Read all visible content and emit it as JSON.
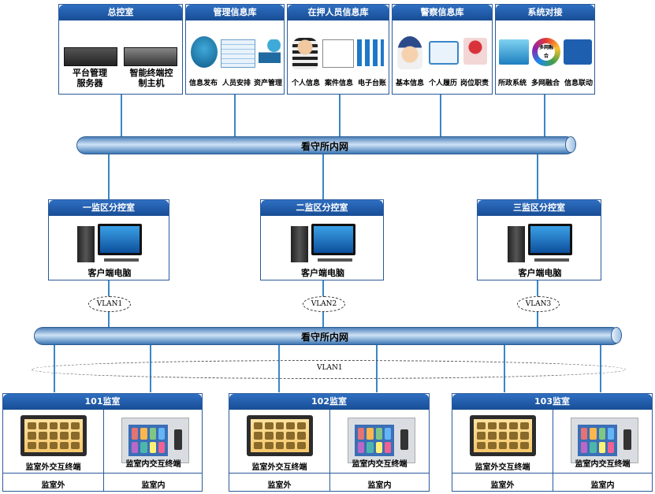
{
  "top_panels": [
    {
      "title": "总控室",
      "items": [
        "平台管理服务器",
        "智能终端控制主机"
      ],
      "item_lines": [
        [
          "平台管理",
          "服务器"
        ],
        [
          "智能终端控",
          "制主机"
        ]
      ]
    },
    {
      "title": "管理信息库",
      "items": [
        "信息发布",
        "人员安排",
        "资产管理"
      ]
    },
    {
      "title": "在押人员信息库",
      "items": [
        "个人信息",
        "案件信息",
        "电子台账"
      ]
    },
    {
      "title": "警察信息库",
      "items": [
        "基本信息",
        "个人履历",
        "岗位职责"
      ]
    },
    {
      "title": "系统对接",
      "items": [
        "所政系统",
        "多网融合",
        "信息联动"
      ],
      "logo_text": "多网融合"
    }
  ],
  "network_top": "看守所内网",
  "network_mid": "看守所内网",
  "zones": [
    {
      "title": "一监区分控室",
      "device": "客户端电脑",
      "vlan": "VLAN1"
    },
    {
      "title": "二监区分控室",
      "device": "客户端电脑",
      "vlan": "VLAN2"
    },
    {
      "title": "三监区分控室",
      "device": "客户端电脑",
      "vlan": "VLAN3"
    }
  ],
  "vlan_bottom": "VLAN1",
  "cells": [
    {
      "title": "101监室",
      "outer_device": "监室外交互终端",
      "inner_device": "监室内交互终端",
      "outer_label": "监室外",
      "inner_label": "监室内"
    },
    {
      "title": "102监室",
      "outer_device": "监室外交互终端",
      "inner_device": "监室内交互终端",
      "outer_label": "监室外",
      "inner_label": "监室内"
    },
    {
      "title": "103监室",
      "outer_device": "监室外交互终端",
      "inner_device": "监室内交互终端",
      "outer_label": "监室外",
      "inner_label": "监室内"
    }
  ],
  "colors": {
    "panel_header": "#1f5aa6",
    "link": "#3a86c8",
    "tube": "#a6c6e6"
  }
}
